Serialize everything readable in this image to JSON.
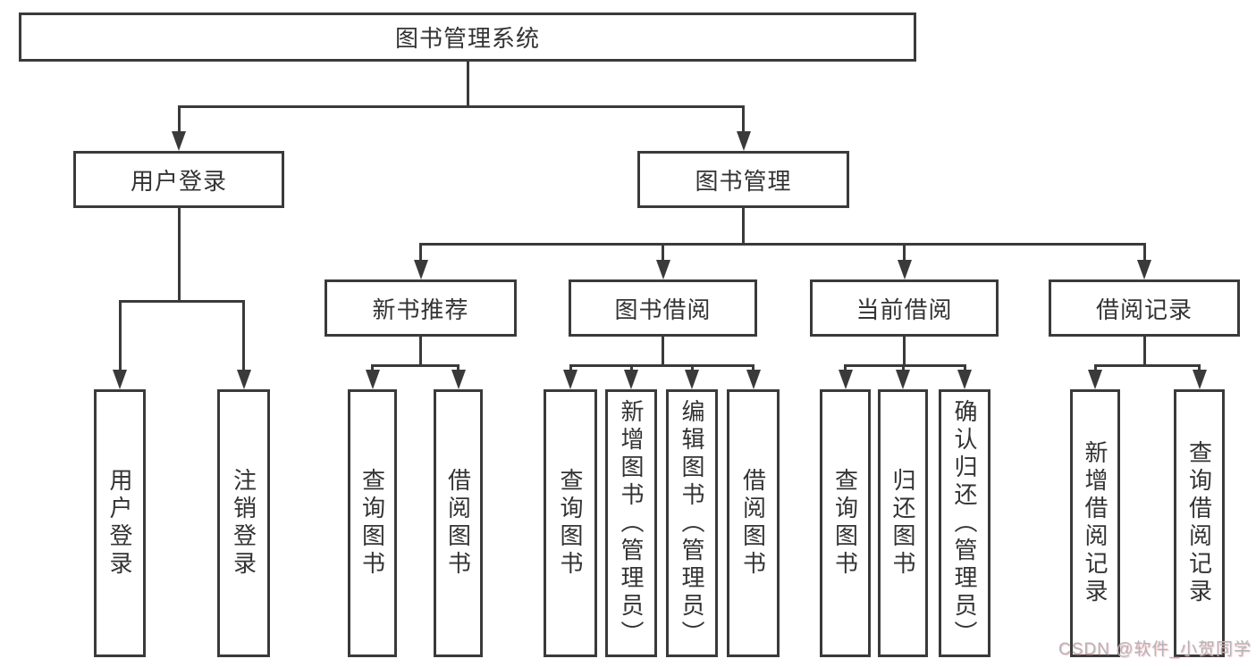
{
  "diagram": {
    "type": "hierarchy-tree",
    "root": {
      "label": "图书管理系统",
      "children": [
        {
          "label": "用户登录",
          "children": [
            {
              "label": "用户登录"
            },
            {
              "label": "注销登录"
            }
          ]
        },
        {
          "label": "图书管理",
          "children": [
            {
              "label": "新书推荐",
              "children": [
                {
                  "label": "查询图书"
                },
                {
                  "label": "借阅图书"
                }
              ]
            },
            {
              "label": "图书借阅",
              "children": [
                {
                  "label": "查询图书"
                },
                {
                  "label": "新增图书（管理员）"
                },
                {
                  "label": "编辑图书（管理员）"
                },
                {
                  "label": "借阅图书"
                }
              ]
            },
            {
              "label": "当前借阅",
              "children": [
                {
                  "label": "查询图书"
                },
                {
                  "label": "归还图书"
                },
                {
                  "label": "确认归还（管理员）"
                }
              ]
            },
            {
              "label": "借阅记录",
              "children": [
                {
                  "label": "新增借阅记录"
                },
                {
                  "label": "查询借阅记录"
                }
              ]
            }
          ]
        }
      ]
    },
    "colors": {
      "line": "#3a3a3a",
      "text": "#333333",
      "background": "#ffffff",
      "watermark": "#b4b4ba"
    }
  },
  "watermark": {
    "text": "CSDN @软件_小贺同学"
  }
}
